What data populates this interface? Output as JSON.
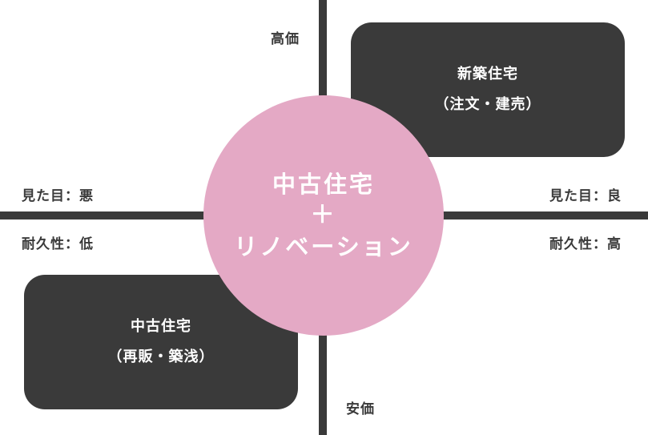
{
  "axes": {
    "top": "高価",
    "bottom": "安価",
    "left_top": "見た目：悪",
    "left_bottom": "耐久性：低",
    "right_top": "見た目：良",
    "right_bottom": "耐久性：高"
  },
  "boxes": {
    "new_home": {
      "line1": "新築住宅",
      "line2": "（注文・建売）"
    },
    "used_home": {
      "line1": "中古住宅",
      "line2": "（再販・築浅）"
    }
  },
  "center": {
    "line1": "中古住宅",
    "line2": "＋",
    "line3": "リノベーション"
  },
  "colors": {
    "dark": "#3a3a3a",
    "pink": "#e4a9c5",
    "text_light": "#ffffff"
  }
}
